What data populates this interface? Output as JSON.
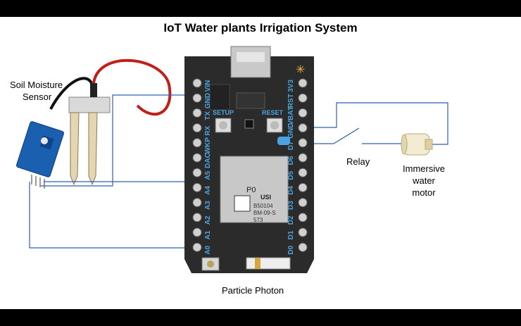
{
  "title": "IoT Water plants Irrigation System",
  "labels": {
    "sensor": [
      "Soil Moisture",
      "Sensor"
    ],
    "relay": "Relay",
    "motor": [
      "Immersive",
      "water",
      "motor"
    ],
    "board": "Particle Photon"
  },
  "board": {
    "chip": "P0",
    "chip_lines": [
      "USI",
      "B50104",
      "BM-09-S",
      "573"
    ],
    "setup_label": "SETUP",
    "reset_label": "RESET",
    "left_pins": [
      "VIN",
      "GND",
      "TX",
      "RX",
      "WKP",
      "DAC",
      "A5",
      "A4",
      "A3",
      "A2",
      "A1",
      "A0"
    ],
    "right_pins": [
      "3V3",
      "RST",
      "VBAT",
      "GND",
      "D7",
      "D6",
      "D5",
      "D4",
      "D3",
      "D2",
      "D1",
      "D0"
    ]
  },
  "colors": {
    "wire": "#2f5fb8",
    "board": "#2b2b2b",
    "pin_label": "#4aa3df",
    "sensor_pcb": "#1b5fb0",
    "cable_red": "#c0201a"
  }
}
